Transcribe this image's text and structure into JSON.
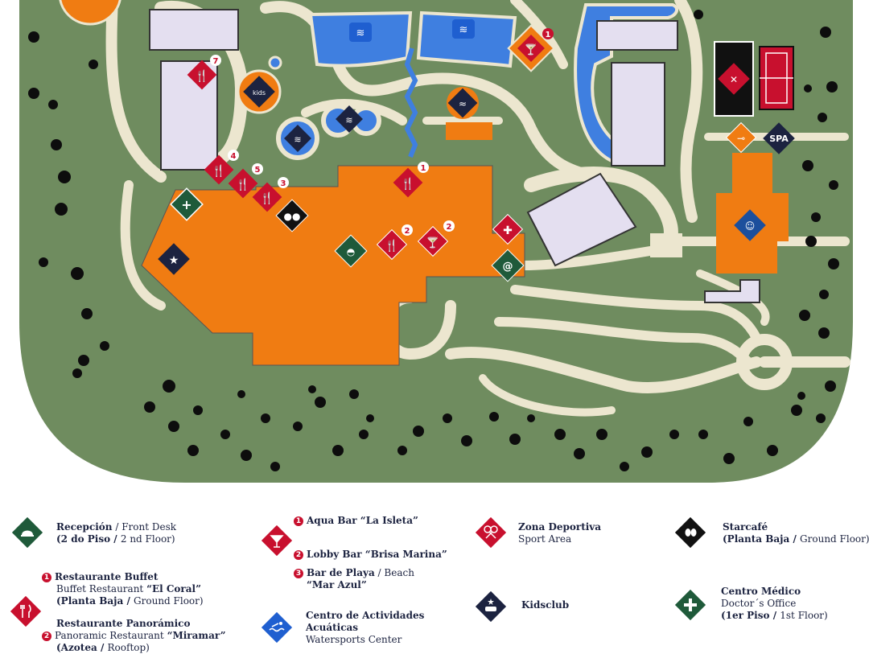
{
  "colors": {
    "grass": "#6f8c5f",
    "path": "#ece6cf",
    "building": "#e4dff0",
    "water": "#3f7fe0",
    "orange": "#f07c12",
    "red": "#c8102e",
    "navy": "#1c2340",
    "green_icon": "#1f5a3a",
    "tree": "#0d0d0d"
  },
  "map": {
    "marker_numbers": {
      "aqua_bar": "1",
      "buffet_7": "7",
      "buffet_4": "4",
      "buffet_5": "5",
      "buffet_3": "3",
      "buffet_1": "1",
      "restaurant_2": "2",
      "bar_2": "2"
    },
    "spa_label": "SPA",
    "internet_glyph": "@",
    "kids_label": "kids"
  },
  "legend": {
    "front_desk": {
      "icon": "bell-icon",
      "title_es": "Recepción",
      "sep": " / ",
      "title_en": "Front Desk",
      "floor_es": "(2 do Piso",
      "floor_en": "2 nd Floor)"
    },
    "bars": {
      "icon": "cocktail-icon",
      "n1": "1",
      "bar1": "Aqua Bar “La Isleta”",
      "n2": "2",
      "bar2": "Lobby Bar “Brisa Marina”",
      "n3": "3",
      "bar3_es": "Bar de Playa",
      "sep": " / ",
      "bar3_en": "Beach",
      "bar3_name": "“Mar Azul”"
    },
    "sport": {
      "icon": "rackets-icon",
      "title": "Zona Deportiva",
      "subtitle": "Sport Area"
    },
    "starcafe": {
      "icon": "coffee-beans-icon",
      "title": "Starcafé",
      "floor_es": "(Planta Baja",
      "sep": " / ",
      "floor_en": "Ground Floor)"
    },
    "restaurants": {
      "icon": "fork-knife-icon",
      "n1": "1",
      "r1_title": "Restaurante Buffet",
      "r1_en": "Buffet Restaurant",
      "r1_name": "“El Coral”",
      "r1_floor_es": "(Planta Baja",
      "sep": " / ",
      "r1_floor_en": "Ground Floor)",
      "r2_title": "Restaurante Panorámico",
      "n2": "2",
      "r2_en": "Panoramic Restaurant",
      "r2_name": "“Miramar”",
      "r2_floor_es": "(Azotea",
      "r2_floor_en": "Rooftop)"
    },
    "watersports": {
      "icon": "swimmer-icon",
      "title1": "Centro de Actividades",
      "title2": "Acuáticas",
      "subtitle": "Watersports Center"
    },
    "kidsclub": {
      "icon": "kids-club-icon",
      "title": "Kidsclub"
    },
    "medical": {
      "icon": "medical-cross-icon",
      "title": "Centro Médico",
      "subtitle": "Doctor´s Office",
      "floor_es": "(1er Piso",
      "sep": " / ",
      "floor_en": "1st Floor)"
    }
  }
}
